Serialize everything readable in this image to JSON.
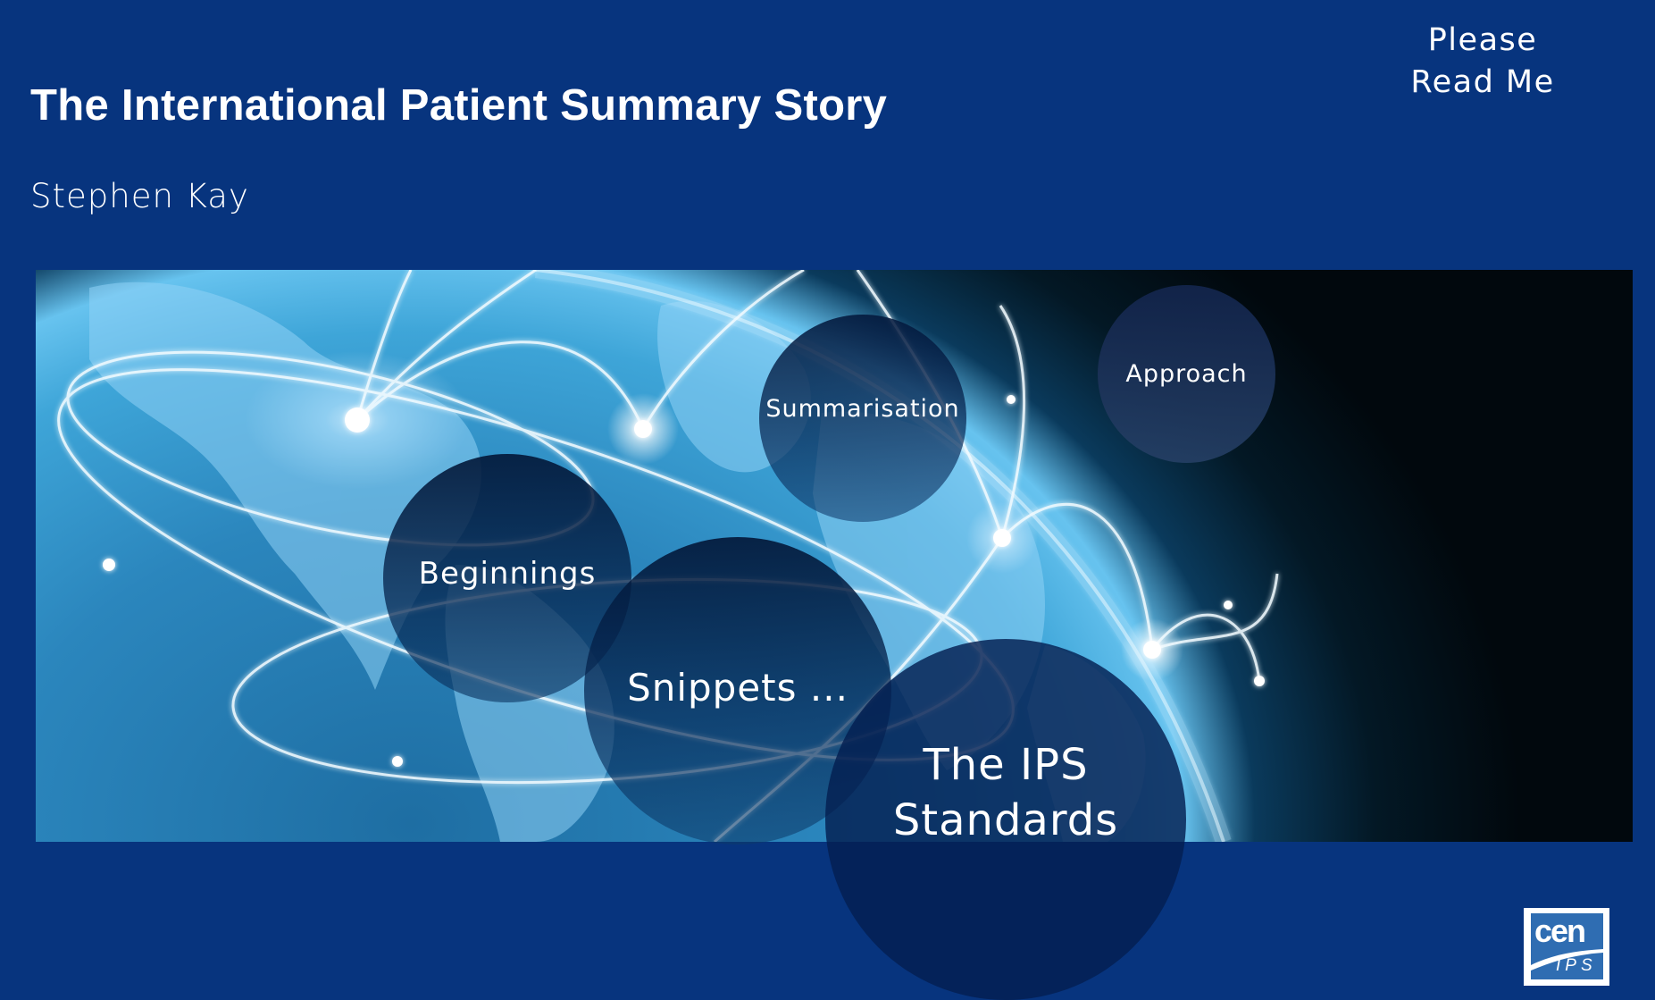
{
  "header": {
    "title": "The International Patient Summary Story",
    "author": "Stephen Kay",
    "readme_link": {
      "line1": "Please",
      "line2": "Read Me"
    }
  },
  "hero": {
    "image": "globe-network-icon",
    "topics": [
      {
        "id": "summarisation",
        "label": "Summarisation"
      },
      {
        "id": "approach",
        "label": "Approach"
      },
      {
        "id": "beginnings",
        "label": "Beginnings"
      },
      {
        "id": "snippets",
        "label": "Snippets ..."
      },
      {
        "id": "ips-standards",
        "line1": "The IPS",
        "line2": "Standards"
      }
    ]
  },
  "logo": {
    "brand": "cen",
    "sub": "IPS"
  },
  "colors": {
    "background": "#07347e",
    "text": "#ffffff",
    "bubble": "#041e50",
    "logo_blue": "#2f6db2"
  }
}
